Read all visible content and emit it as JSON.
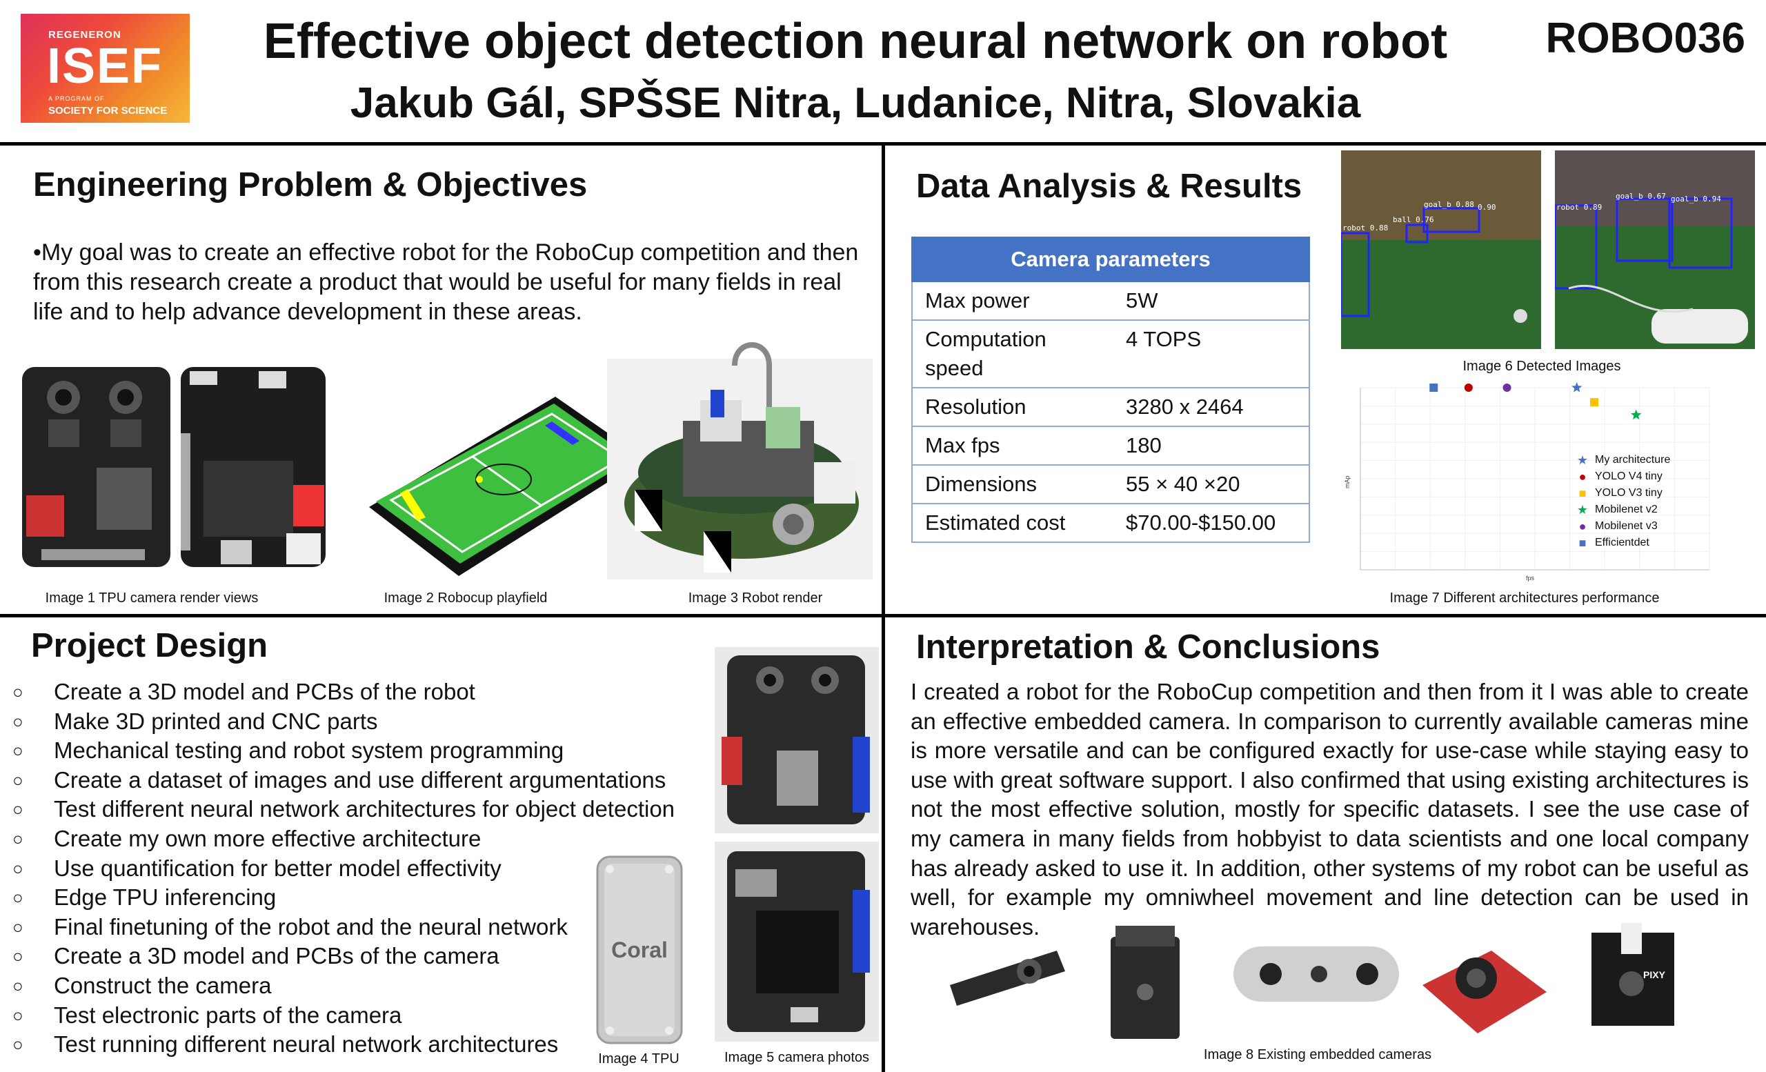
{
  "header": {
    "logo": {
      "brand": "REGENERON",
      "name": "ISEF",
      "program": "A PROGRAM OF",
      "org": "SOCIETY FOR SCIENCE"
    },
    "title": "Effective object detection neural network on robot",
    "subtitle": "Jakub Gál, SPŠSE Nitra, Ludanice, Nitra, Slovakia",
    "code": "ROBO036"
  },
  "problem": {
    "heading": "Engineering Problem & Objectives",
    "text": "•My goal was to create an effective robot for the RoboCup competition and then from this research create a product that would be useful for many fields in real life and to help advance development in these areas.",
    "captions": [
      "Image 1 TPU  camera render views",
      "Image 2 Robocup playfield",
      "Image 3 Robot render"
    ]
  },
  "results": {
    "heading": "Data Analysis & Results",
    "table_title": "Camera parameters",
    "rows": [
      [
        "Max power",
        "5W"
      ],
      [
        "Computation speed",
        "4 TOPS"
      ],
      [
        "Resolution",
        "3280 x 2464"
      ],
      [
        "Max fps",
        "180"
      ],
      [
        "Dimensions",
        "55 × 40 ×20"
      ],
      [
        "Estimated cost",
        "$70.00-$150.00"
      ]
    ],
    "detect_caption": "Image 6 Detected Images",
    "detect_labels": [
      "robot 0.88",
      "ball 0.76",
      "goal_b 0.88",
      "0.90",
      "robot 0.89",
      "goal_b 0.67",
      "goal_b 0.94"
    ],
    "chart_caption": "Image 7 Different architectures performance"
  },
  "chart_data": {
    "type": "scatter",
    "xlabel": "fps",
    "ylabel": "mAp",
    "series": [
      {
        "name": "My architecture",
        "marker": "star",
        "color": "#4472c4",
        "x": 0.62,
        "y": 1.0
      },
      {
        "name": "YOLO V4 tiny",
        "marker": "circle",
        "color": "#c00000",
        "x": 0.31,
        "y": 1.0
      },
      {
        "name": "YOLO V3 tiny",
        "marker": "square",
        "color": "#ffc000",
        "x": 0.67,
        "y": 0.92
      },
      {
        "name": "Mobilenet v2",
        "marker": "star",
        "color": "#00b050",
        "x": 0.79,
        "y": 0.85
      },
      {
        "name": "Mobilenet v3",
        "marker": "circle",
        "color": "#7030a0",
        "x": 0.42,
        "y": 1.0
      },
      {
        "name": "Efficientdet",
        "marker": "square",
        "color": "#4472c4",
        "x": 0.21,
        "y": 1.0
      }
    ]
  },
  "design": {
    "heading": "Project Design",
    "bullet": "○",
    "items": [
      "Create a 3D model and PCBs of the robot",
      "Make 3D printed and CNC parts",
      "Mechanical testing and robot system programming",
      "Create a dataset of images and use different argumentations",
      "Test different neural network architectures for object detection",
      "Create my own more effective architecture",
      "Use quantification for better model effectivity",
      "Edge TPU inferencing",
      "Final finetuning of the robot and the neural network",
      "Create a 3D model and PCBs of the camera",
      "Construct the camera",
      "Test electronic parts  of the camera",
      "Test running different neural network architectures"
    ],
    "coral_label": "Coral",
    "captions": [
      "Image 4 TPU",
      "Image 5 camera photos"
    ]
  },
  "conclusions": {
    "heading": "Interpretation & Conclusions",
    "text": "I created a robot for the RoboCup competition and then from it I was able to create an effective embedded camera. In comparison to currently available cameras mine is more versatile and can be configured exactly for use-case while staying easy to use with great software support. I also confirmed that using existing architectures is not the most effective solution, mostly for specific datasets. I see the use case of my camera in many fields from hobbyist to data scientists and one local company has already asked to use it. In addition, other systems of my robot can be useful as well, for example my omniwheel movement and line detection can be used in warehouses.",
    "caption": "Image 8 Existing embedded cameras",
    "pixy_label": "PIXY"
  }
}
